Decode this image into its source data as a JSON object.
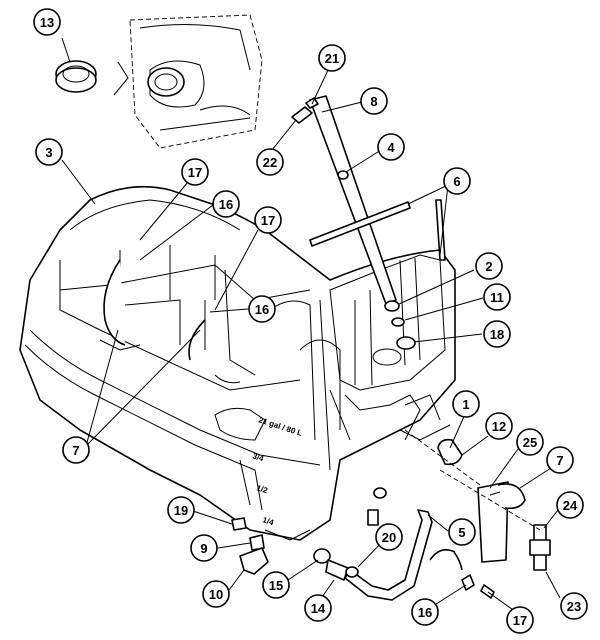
{
  "diagram": {
    "callouts": [
      {
        "id": "c13",
        "text": "13"
      },
      {
        "id": "c21",
        "text": "21"
      },
      {
        "id": "c8",
        "text": "8"
      },
      {
        "id": "c22",
        "text": "22"
      },
      {
        "id": "c3",
        "text": "3"
      },
      {
        "id": "c4",
        "text": "4"
      },
      {
        "id": "c6",
        "text": "6"
      },
      {
        "id": "c17a",
        "text": "17"
      },
      {
        "id": "c16a",
        "text": "16"
      },
      {
        "id": "c17b",
        "text": "17"
      },
      {
        "id": "c16b",
        "text": "16"
      },
      {
        "id": "c2",
        "text": "2"
      },
      {
        "id": "c11",
        "text": "11"
      },
      {
        "id": "c18",
        "text": "18"
      },
      {
        "id": "c7a",
        "text": "7"
      },
      {
        "id": "c1",
        "text": "1"
      },
      {
        "id": "c12",
        "text": "12"
      },
      {
        "id": "c25",
        "text": "25"
      },
      {
        "id": "c7b",
        "text": "7"
      },
      {
        "id": "c24",
        "text": "24"
      },
      {
        "id": "c19",
        "text": "19"
      },
      {
        "id": "c9",
        "text": "9"
      },
      {
        "id": "c10",
        "text": "10"
      },
      {
        "id": "c15",
        "text": "15"
      },
      {
        "id": "c14",
        "text": "14"
      },
      {
        "id": "c20",
        "text": "20"
      },
      {
        "id": "c5",
        "text": "5"
      },
      {
        "id": "c16c",
        "text": "16"
      },
      {
        "id": "c17c",
        "text": "17"
      },
      {
        "id": "c23",
        "text": "23"
      }
    ],
    "tank_marking": "21 gal / 80 L",
    "level_marks": [
      "3/4",
      "1/2",
      "1/4"
    ]
  }
}
